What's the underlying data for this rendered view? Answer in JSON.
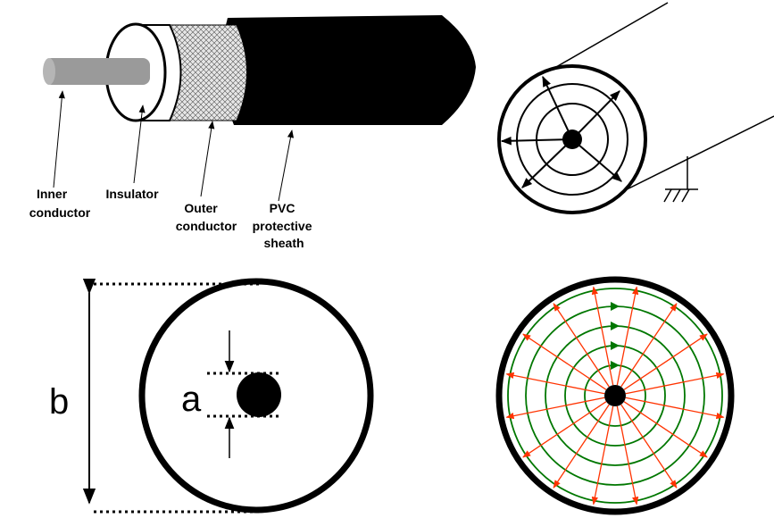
{
  "cable_labels": {
    "inner": [
      "Inner",
      "conductor"
    ],
    "insulator": [
      "Insulator"
    ],
    "outer": [
      "Outer",
      "conductor"
    ],
    "sheath": [
      "PVC",
      "protective",
      "sheath"
    ]
  },
  "dimensions": {
    "inner_label": "a",
    "outer_label": "b"
  },
  "colors": {
    "electric_field": "#ff3300",
    "magnetic_field": "#007700",
    "conductor": "#000000",
    "inner_rod": "#999999"
  },
  "icons": {
    "ground": "ground-symbol-icon"
  }
}
